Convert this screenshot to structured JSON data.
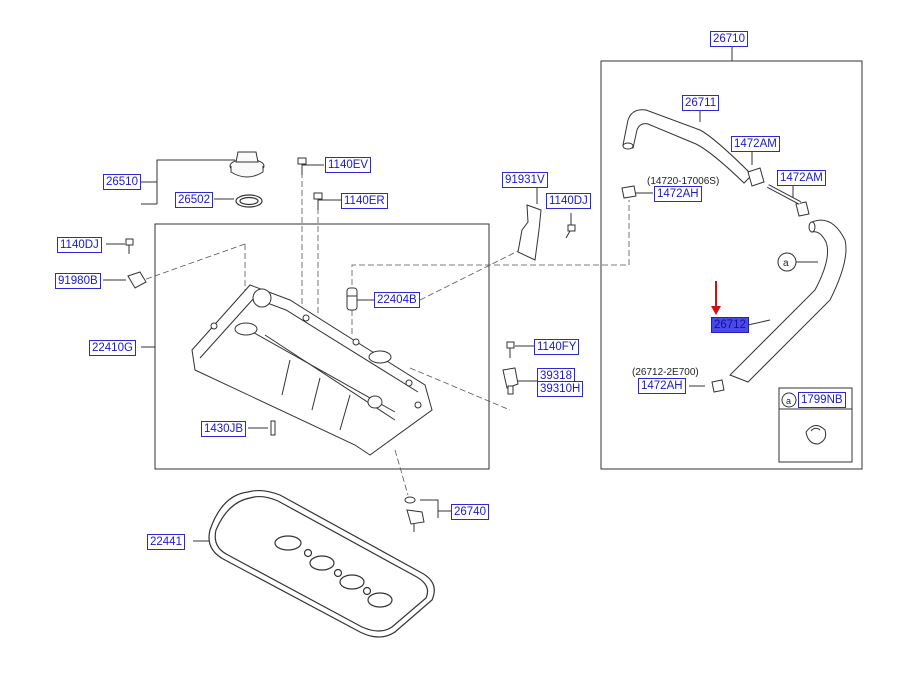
{
  "labels": {
    "p26710": "26710",
    "p26711": "26711",
    "p1472am_a": "1472AM",
    "p1472am_b": "1472AM",
    "p1472ah_a": "1472AH",
    "p1472ah_b": "1472AH",
    "p26712": "26712",
    "p1799nb": "1799NB",
    "p26510": "26510",
    "p26502": "26502",
    "p1140ev": "1140EV",
    "p1140er": "1140ER",
    "p1140dj_a": "1140DJ",
    "p1140dj_b": "1140DJ",
    "p91980b": "91980B",
    "p91931v": "91931V",
    "p22404b": "22404B",
    "p22410g": "22410G",
    "p1140fy": "1140FY",
    "p39318": "39318",
    "p39310h": "39310H",
    "p1430jb": "1430JB",
    "p26740": "26740",
    "p22441": "22441"
  },
  "refs": {
    "ref1": "(14720-17006S)",
    "ref2": "(26712-2E700)"
  },
  "callouts": {
    "a_main": "a",
    "a_inset": "a"
  },
  "highlight": {
    "selected_part": "26712",
    "arrow_color": "#d01010",
    "label_color": "#1a1acc",
    "selected_fill": "#4a4ae8"
  }
}
